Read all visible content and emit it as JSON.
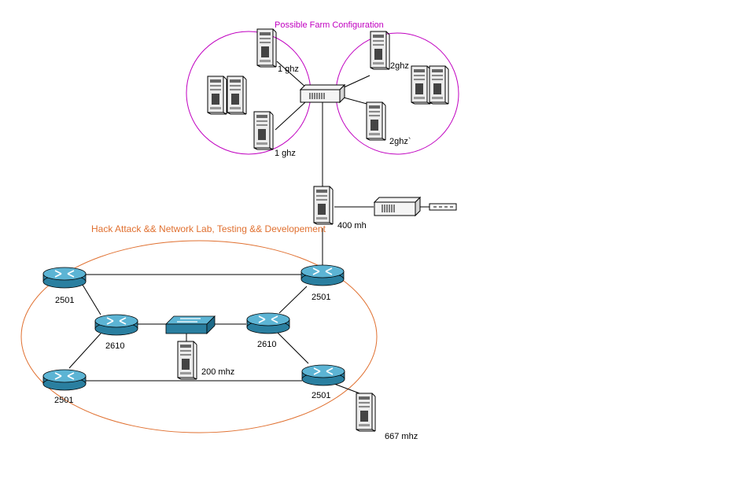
{
  "farm": {
    "title": "Possible Farm Configuration",
    "color": "#c000c0",
    "labels": {
      "top_left": "1 ghz",
      "bottom_left": "1 ghz",
      "top_right": "2ghz",
      "bottom_right": "2ghz`"
    }
  },
  "gateway": {
    "label": "400 mh"
  },
  "lab": {
    "title": "Hack Attack && Network Lab, Testing && Developement",
    "color": "#e07030",
    "routers": {
      "top_left": "2501",
      "top_right": "2501",
      "mid_left": "2610",
      "mid_right": "2610",
      "bottom_left": "2501",
      "bottom_right": "2501"
    },
    "center_server": "200 mhz",
    "external_server": "667 mhz"
  },
  "icons": {
    "router": "router-icon",
    "switch": "switch-icon",
    "server": "server-tower-icon",
    "hub": "hub-icon",
    "modem": "modem-icon"
  },
  "colors": {
    "router_fill": "#3a8fb0",
    "device_fill": "#f2f2f2"
  }
}
